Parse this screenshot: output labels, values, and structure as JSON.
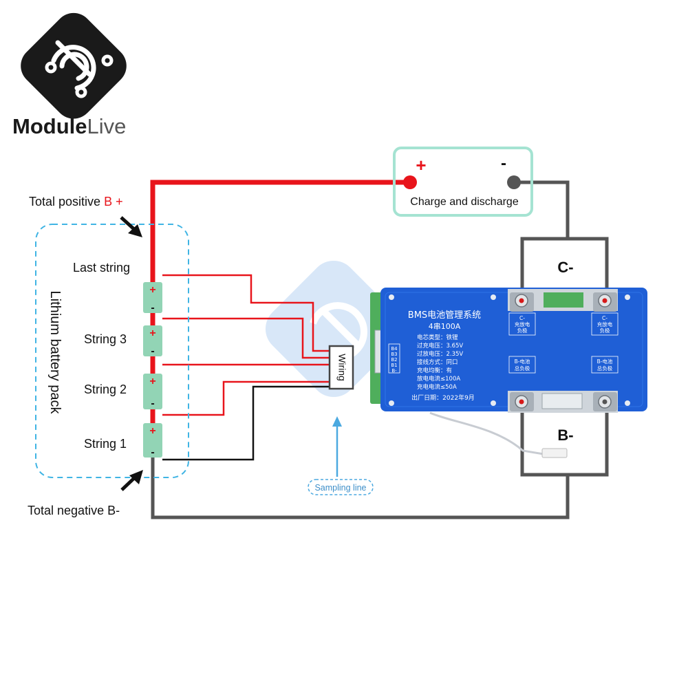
{
  "brand": {
    "name_part1": "Module",
    "name_part2": "Live",
    "primary_color": "#1a1a1a",
    "secondary_color": "#555555"
  },
  "labels": {
    "total_positive": "Total positive ",
    "total_positive_suffix": "B +",
    "total_negative": "Total negative B-",
    "last_string": "Last string",
    "string3": "String 3",
    "string2": "String 2",
    "string1": "String 1",
    "pack": "Lithium battery pack",
    "charge_plus": "+",
    "charge_minus": "-",
    "charge_discharge": "Charge and discharge",
    "c_minus": "C-",
    "b_minus": "B-",
    "wiring": "Wiring",
    "sampling_line": "Sampling line"
  },
  "cell": {
    "plus": "+",
    "minus": "-"
  },
  "board": {
    "title": "BMS电池管理系统",
    "subtitle": "4串100A",
    "specs": [
      "电芯类型：铁锂",
      "过充电压：3.65V",
      "过放电压：2.35V",
      "接线方式：同口",
      "充电均衡：有",
      "放电电流≤100A",
      "充电电流≤50A"
    ],
    "date": "出厂日期：2022年9月",
    "pins": [
      "B4",
      "B3",
      "B2",
      "B1",
      "B-"
    ],
    "terminal_c_left": [
      "C-",
      "充放电",
      "负极"
    ],
    "terminal_c_right": [
      "C-",
      "充放电",
      "负极"
    ],
    "terminal_b_left": [
      "B-电池",
      "总负极"
    ],
    "terminal_b_right": [
      "B-电池",
      "总负极"
    ]
  },
  "colors": {
    "positive_wire": "#e8141b",
    "negative_wire": "#555555",
    "sense_black": "#111111",
    "cell_fill": "#92d4b5",
    "pack_border": "#3fb4e4",
    "charge_box": "#a5e3d2",
    "board_blue": "#1f5fd6",
    "sampling_blue": "#4ba9e0"
  }
}
